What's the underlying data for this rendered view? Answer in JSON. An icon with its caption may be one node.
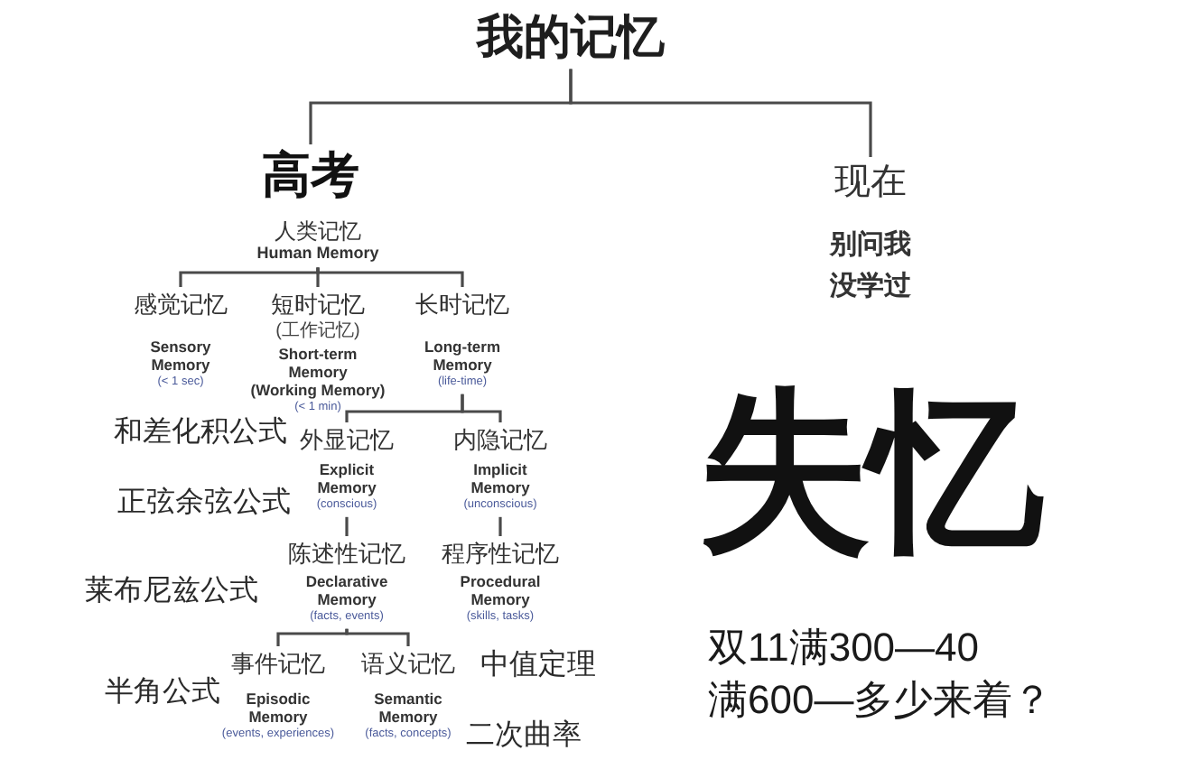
{
  "diagram": {
    "nodes": [
      {
        "text": [
          "我的记忆"
        ]
      },
      {
        "text": [
          "高考"
        ]
      },
      {
        "text": [
          "现在",
          "别问我没学过"
        ]
      },
      {
        "text": [
          "人类记忆",
          "Human Memory"
        ]
      },
      {
        "text": [
          "感觉记忆",
          "Sensory Memory",
          "(< 1 sec)"
        ]
      },
      {
        "text": [
          "短时记忆",
          "(工作记忆)",
          "Short-term Memory",
          "(Working Memory)",
          "(< 1 min)"
        ]
      },
      {
        "text": [
          "长时记忆",
          "Long-term Memory",
          "(life-time)"
        ]
      },
      {
        "text": [
          "外显记忆",
          "Explicit Memory",
          "(conscious)"
        ]
      },
      {
        "text": [
          "内隐记忆",
          "Implicit Memory",
          "(unconscious)"
        ]
      },
      {
        "text": [
          "陈述性记忆",
          "Declarative Memory",
          "(facts, events)"
        ]
      },
      {
        "text": [
          "程序性记忆",
          "Procedural Memory",
          "(skills, tasks)"
        ]
      },
      {
        "text": [
          "事件记忆",
          "Episodic Memory",
          "(events, experiences)"
        ]
      },
      {
        "text": [
          "语义记忆",
          "Semantic Memory",
          "(facts, concepts)"
        ]
      }
    ],
    "edges": [
      {
        "from": 0,
        "to": 1,
        "arrow": "none"
      },
      {
        "from": 0,
        "to": 2,
        "arrow": "none"
      },
      {
        "from": 3,
        "to": 4,
        "arrow": "none"
      },
      {
        "from": 3,
        "to": 5,
        "arrow": "none"
      },
      {
        "from": 3,
        "to": 6,
        "arrow": "none"
      },
      {
        "from": 6,
        "to": 7,
        "arrow": "none"
      },
      {
        "from": 6,
        "to": 8,
        "arrow": "none"
      },
      {
        "from": 7,
        "to": 9,
        "arrow": "none"
      },
      {
        "from": 8,
        "to": 10,
        "arrow": "none"
      },
      {
        "from": 9,
        "to": 11,
        "arrow": "none"
      },
      {
        "from": 9,
        "to": 12,
        "arrow": "none"
      }
    ],
    "labels": [
      "和差化积公式",
      "正弦余弦公式",
      "莱布尼兹公式",
      "半角公式",
      "中值定理",
      "二次曲率",
      "失忆",
      "双11满300—40满600—多少来着？"
    ]
  }
}
